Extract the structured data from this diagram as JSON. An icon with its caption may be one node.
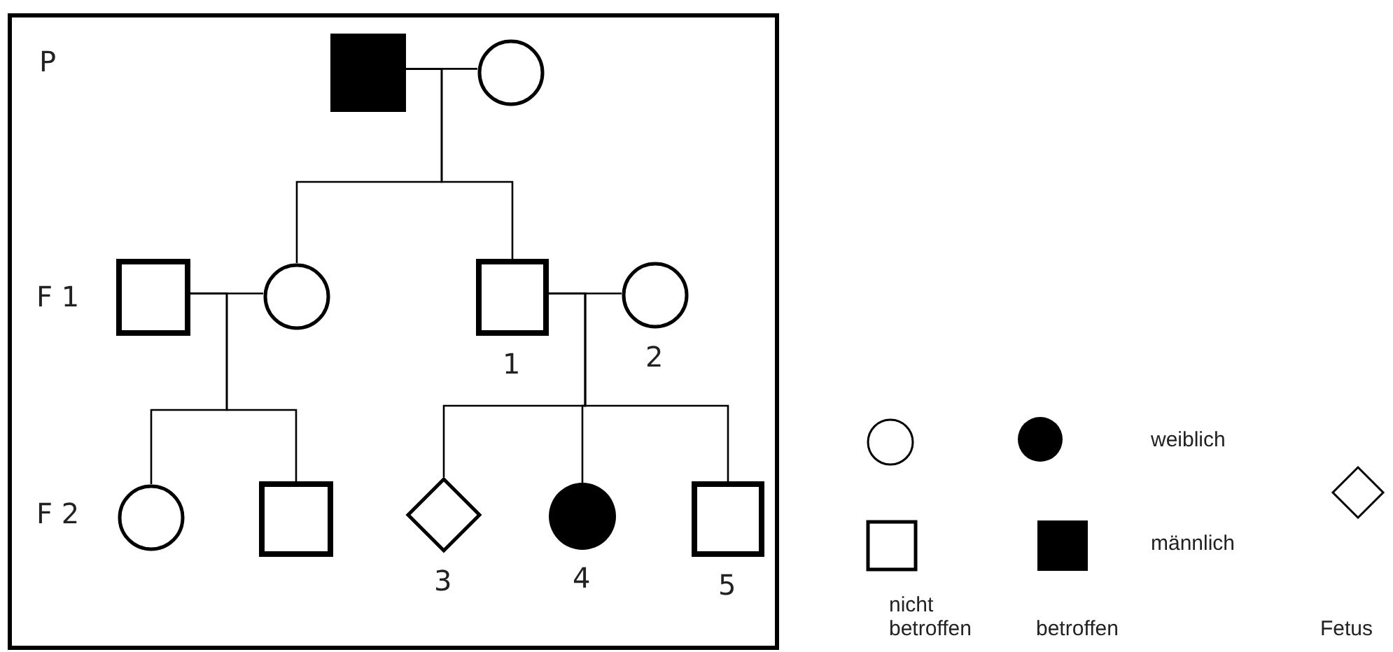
{
  "diagram": {
    "nodes": [
      {
        "text": [],
        "shape": "filled-square"
      },
      {
        "text": [],
        "shape": "circle"
      },
      {
        "text": [],
        "shape": "square"
      },
      {
        "text": [],
        "shape": "circle"
      },
      {
        "text": [],
        "shape": "square",
        "beside": [
          "1"
        ]
      },
      {
        "text": [],
        "shape": "circle",
        "beside": [
          "2"
        ]
      },
      {
        "text": [],
        "shape": "circle"
      },
      {
        "text": [],
        "shape": "square"
      },
      {
        "text": [],
        "shape": "diamond",
        "beside": [
          "3"
        ]
      },
      {
        "text": [],
        "shape": "filled-circle",
        "beside": [
          "4"
        ]
      },
      {
        "text": [],
        "shape": "square",
        "beside": [
          "5"
        ]
      }
    ],
    "edges": [
      {
        "from": 0,
        "to": 1,
        "arrow": "none"
      },
      {
        "from": 0,
        "to": 3,
        "arrow": "none"
      },
      {
        "from": 0,
        "to": 4,
        "arrow": "none"
      },
      {
        "from": 2,
        "to": 3,
        "arrow": "none"
      },
      {
        "from": 2,
        "to": 6,
        "arrow": "none"
      },
      {
        "from": 2,
        "to": 7,
        "arrow": "none"
      },
      {
        "from": 4,
        "to": 5,
        "arrow": "none"
      },
      {
        "from": 4,
        "to": 8,
        "arrow": "none"
      },
      {
        "from": 4,
        "to": 9,
        "arrow": "none"
      },
      {
        "from": 4,
        "to": 10,
        "arrow": "none"
      }
    ],
    "labels": [
      "P",
      "F 1",
      "F 2"
    ],
    "legend": [
      {
        "text": "weiblich"
      },
      {
        "text": "männlich"
      },
      {
        "text": "nicht betroffen"
      },
      {
        "text": "betroffen"
      },
      {
        "text": "Fetus"
      }
    ]
  }
}
